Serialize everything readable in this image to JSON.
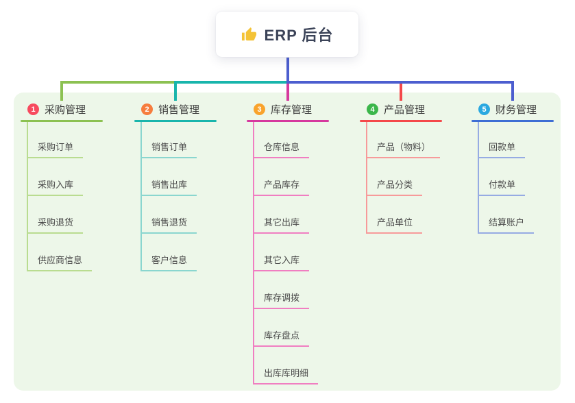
{
  "root": {
    "label": "ERP 后台",
    "icon": "thumbs-up-icon",
    "icon_color": "#f4c337",
    "stem_color": "#4c5ecf"
  },
  "canvas": {
    "page_bg": "#ffffff",
    "panel_bg": "#edf7e9"
  },
  "branches": [
    {
      "number": "1",
      "title": "采购管理",
      "badge_color": "#f74a5e",
      "line_color": "#8cc152",
      "child_line_color": "#b9dc90",
      "children": [
        "采购订单",
        "采购入库",
        "采购退货",
        "供应商信息"
      ]
    },
    {
      "number": "2",
      "title": "销售管理",
      "badge_color": "#f67d3e",
      "line_color": "#19b5ac",
      "child_line_color": "#8ad6cf",
      "children": [
        "销售订单",
        "销售出库",
        "销售退货",
        "客户信息"
      ]
    },
    {
      "number": "3",
      "title": "库存管理",
      "badge_color": "#f9a32c",
      "line_color": "#d6399e",
      "child_line_color": "#f07ec1",
      "children": [
        "仓库信息",
        "产品库存",
        "其它出库",
        "其它入库",
        "库存调拨",
        "库存盘点",
        "出库库明细"
      ]
    },
    {
      "number": "4",
      "title": "产品管理",
      "badge_color": "#3bb64a",
      "line_color": "#f4484a",
      "child_line_color": "#f79a9a",
      "children": [
        "产品（物料）",
        "产品分类",
        "产品单位"
      ]
    },
    {
      "number": "5",
      "title": "财务管理",
      "badge_color": "#2aa8e0",
      "line_color": "#3e6ed4",
      "child_line_color": "#96abe3",
      "children": [
        "回款单",
        "付款单",
        "结算账户"
      ]
    }
  ]
}
